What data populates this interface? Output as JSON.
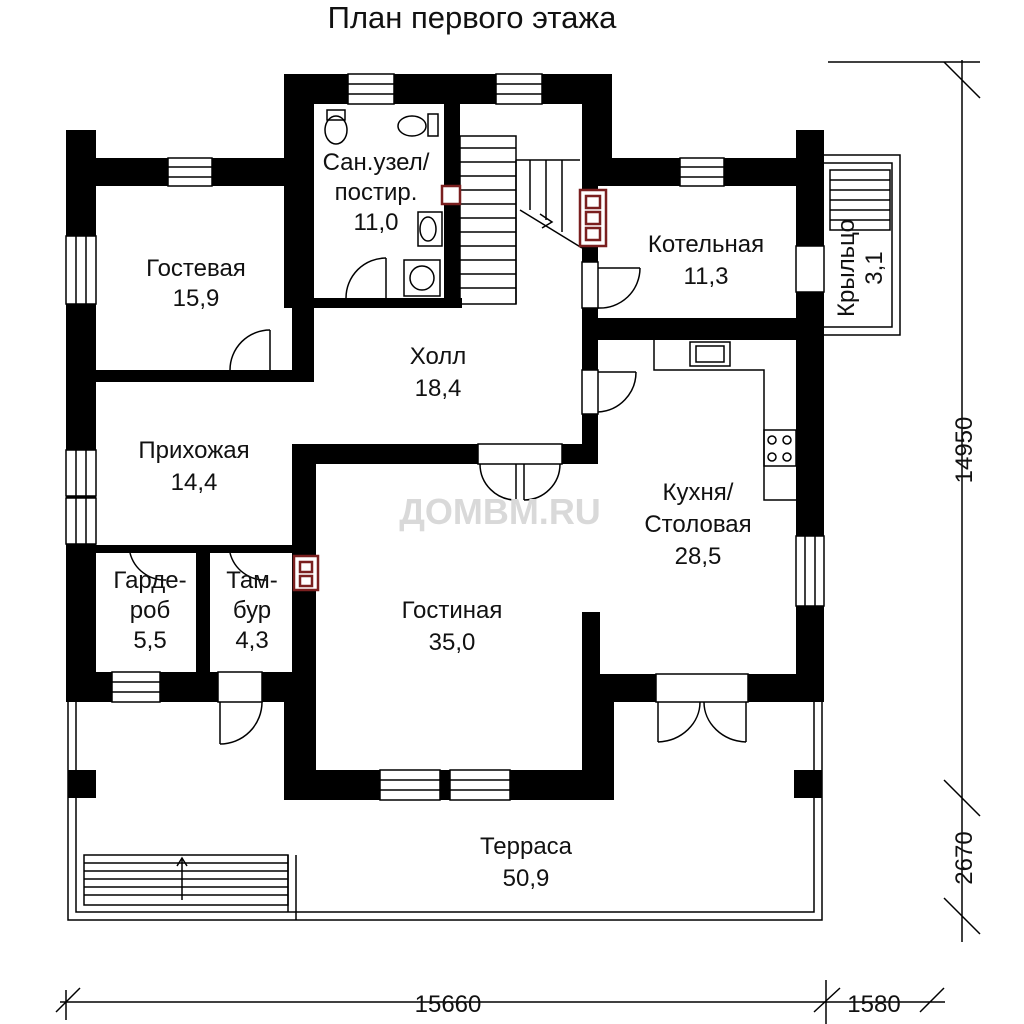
{
  "title": "План первого этажа",
  "watermark": "ДОМВМ.RU",
  "rooms": [
    {
      "id": "guest",
      "lines": [
        "Гостевая",
        "15,9"
      ]
    },
    {
      "id": "bath",
      "lines": [
        "Сан.узел/",
        "постир.",
        "11,0"
      ]
    },
    {
      "id": "boiler",
      "lines": [
        "Котельная",
        "11,3"
      ]
    },
    {
      "id": "porch",
      "lines": [
        "Крыльцо",
        "3,1"
      ]
    },
    {
      "id": "hall",
      "lines": [
        "Холл",
        "18,4"
      ]
    },
    {
      "id": "entry",
      "lines": [
        "Прихожая",
        "14,4"
      ]
    },
    {
      "id": "kitchen",
      "lines": [
        "Кухня/",
        "Столовая",
        "28,5"
      ]
    },
    {
      "id": "wardrobe",
      "lines": [
        "Гарде-",
        "роб",
        "5,5"
      ]
    },
    {
      "id": "vestibule",
      "lines": [
        "Там-",
        "бур",
        "4,3"
      ]
    },
    {
      "id": "living",
      "lines": [
        "Гостиная",
        "35,0"
      ]
    },
    {
      "id": "terrace",
      "lines": [
        "Терраса",
        "50,9"
      ]
    }
  ],
  "dimensions": {
    "height_main": "14950",
    "height_terrace": "2670",
    "width_main": "15660",
    "width_porch": "1580"
  }
}
